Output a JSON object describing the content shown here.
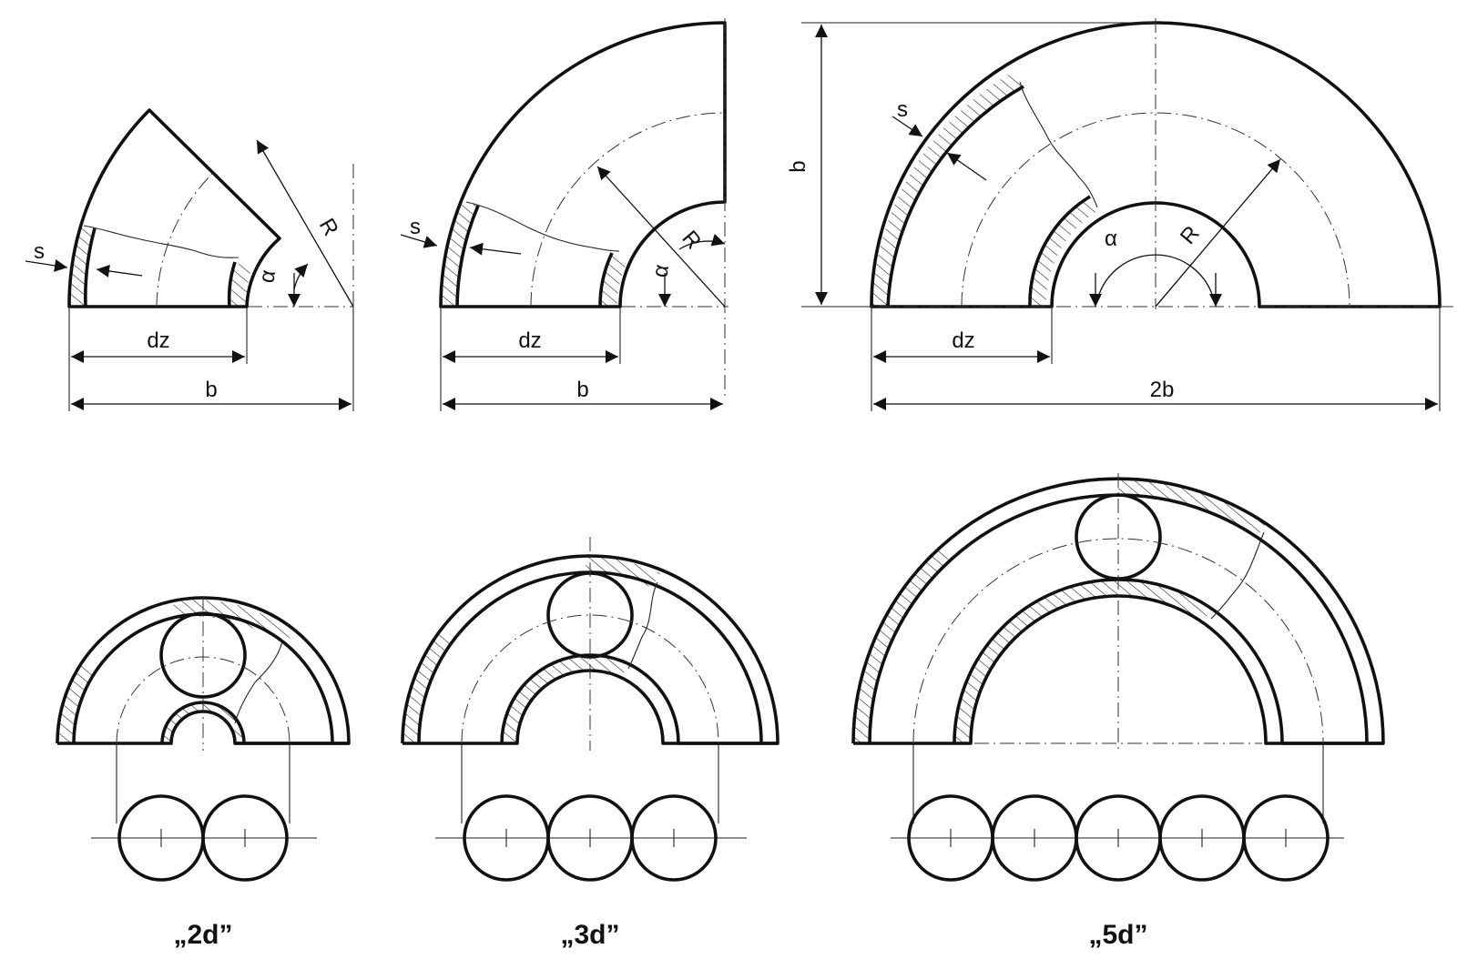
{
  "labels": {
    "s": "s",
    "dz": "dz",
    "b": "b",
    "two_b": "2b",
    "R": "R",
    "alpha": "α"
  },
  "variants": [
    {
      "label": "„2d”",
      "circles": 2
    },
    {
      "label": "„3d”",
      "circles": 3
    },
    {
      "label": "„5d”",
      "circles": 5
    }
  ]
}
